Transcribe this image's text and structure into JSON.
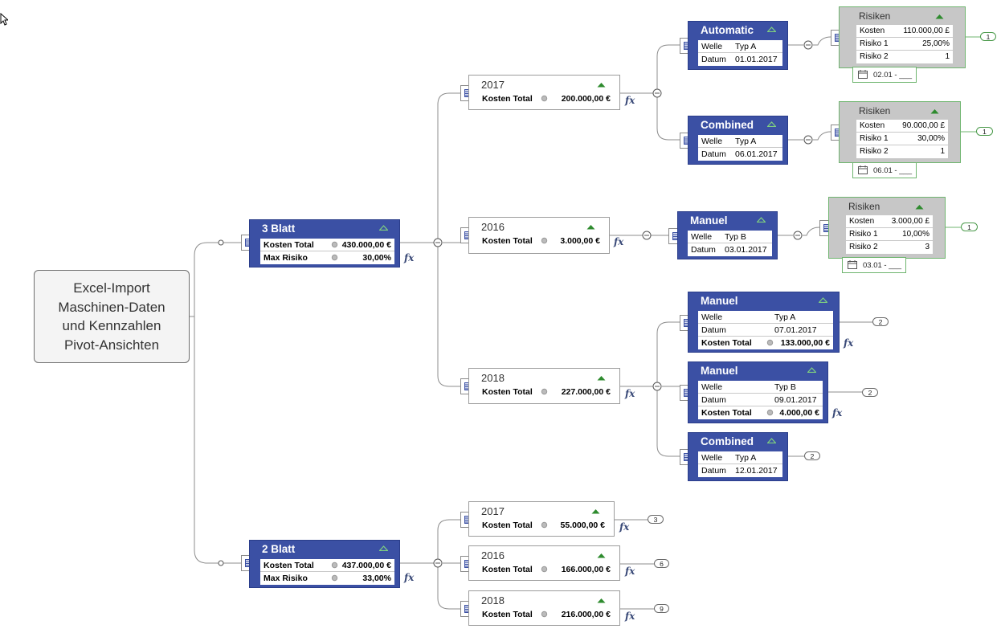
{
  "root": {
    "lines": [
      "Excel-Import",
      "Maschinen-Daten",
      "und Kennzahlen",
      "Pivot-Ansichten"
    ]
  },
  "blatt3": {
    "title": "3 Blatt",
    "rows": [
      {
        "label": "Kosten Total",
        "value": "430.000,00 €"
      },
      {
        "label": "Max Risiko",
        "value": "30,00%"
      }
    ],
    "fx": "fx",
    "years": [
      {
        "year": "2017",
        "label": "Kosten Total",
        "value": "200.000,00 €",
        "fx": "fx"
      },
      {
        "year": "2016",
        "label": "Kosten Total",
        "value": "3.000,00 €",
        "fx": "fx"
      },
      {
        "year": "2018",
        "label": "Kosten Total",
        "value": "227.000,00 €",
        "fx": "fx"
      }
    ]
  },
  "blatt2": {
    "title": "2 Blatt",
    "rows": [
      {
        "label": "Kosten Total",
        "value": "437.000,00 €"
      },
      {
        "label": "Max Risiko",
        "value": "33,00%"
      }
    ],
    "fx": "fx",
    "years": [
      {
        "year": "2017",
        "label": "Kosten Total",
        "value": "55.000,00 €",
        "fx": "fx",
        "count": "3"
      },
      {
        "year": "2016",
        "label": "Kosten Total",
        "value": "166.000,00 €",
        "fx": "fx",
        "count": "6"
      },
      {
        "year": "2018",
        "label": "Kosten Total",
        "value": "216.000,00 €",
        "fx": "fx",
        "count": "9"
      }
    ]
  },
  "machines": [
    {
      "title": "Automatic",
      "welle_label": "Welle",
      "welle": "Typ A",
      "datum_label": "Datum",
      "datum": "01.01.2017"
    },
    {
      "title": "Combined",
      "welle_label": "Welle",
      "welle": "Typ A",
      "datum_label": "Datum",
      "datum": "06.01.2017"
    },
    {
      "title": "Manuel",
      "welle_label": "Welle",
      "welle": "Typ B",
      "datum_label": "Datum",
      "datum": "03.01.2017"
    },
    {
      "title": "Manuel",
      "welle_label": "Welle",
      "welle": "Typ A",
      "datum_label": "Datum",
      "datum": "07.01.2017",
      "kosten_label": "Kosten Total",
      "kosten": "133.000,00 €",
      "fx": "fx",
      "count": "2"
    },
    {
      "title": "Manuel",
      "welle_label": "Welle",
      "welle": "Typ B",
      "datum_label": "Datum",
      "datum": "09.01.2017",
      "kosten_label": "Kosten Total",
      "kosten": "4.000,00 €",
      "fx": "fx",
      "count": "2"
    },
    {
      "title": "Combined",
      "welle_label": "Welle",
      "welle": "Typ A",
      "datum_label": "Datum",
      "datum": "12.01.2017",
      "count": "2"
    }
  ],
  "risks": [
    {
      "title": "Risiken",
      "kosten_label": "Kosten",
      "kosten": "110.000,00 £",
      "r1_label": "Risiko 1",
      "r1": "25,00%",
      "r2_label": "Risiko 2",
      "r2": "1",
      "date": "02.01 - ___",
      "count": "1"
    },
    {
      "title": "Risiken",
      "kosten_label": "Kosten",
      "kosten": "90.000,00 £",
      "r1_label": "Risiko 1",
      "r1": "30,00%",
      "r2_label": "Risiko 2",
      "r2": "1",
      "date": "06.01 - ___",
      "count": "1"
    },
    {
      "title": "Risiken",
      "kosten_label": "Kosten",
      "kosten": "3.000,00 £",
      "r1_label": "Risiko 1",
      "r1": "10,00%",
      "r2_label": "Risiko 2",
      "r2": "3",
      "date": "03.01 - ___",
      "count": "1"
    }
  ],
  "colors": {
    "topic_blue": "#3b50a4",
    "risk_grey": "#c7c7c7",
    "risk_border": "#6fb56f",
    "triangle_green": "#2e8b2e",
    "triangle_white": "#7fd07f"
  }
}
